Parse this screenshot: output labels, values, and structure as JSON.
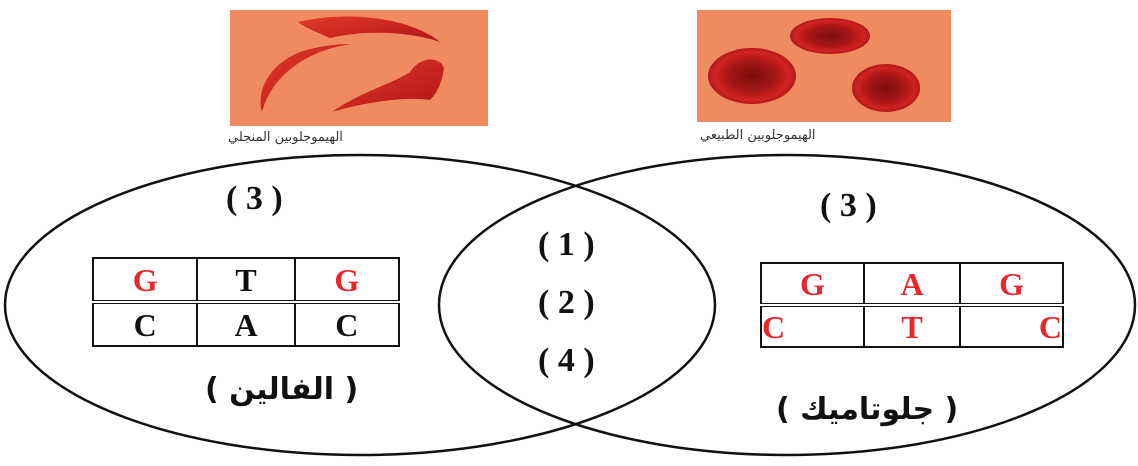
{
  "images": {
    "left_caption": "الهيموجلوبين المنجلي",
    "right_caption": "الهيموجلوبين الطبيعي"
  },
  "labels": {
    "left_top": "( 3 )",
    "right_top": "( 3 )",
    "middle": [
      "( 1 )",
      "( 2 )",
      "( 4 )"
    ],
    "left_bottom": "( الفالين )",
    "right_bottom": "(  جلوتاميك )"
  },
  "left_table": {
    "top": [
      {
        "t": "G",
        "c": "red"
      },
      {
        "t": "T",
        "c": "black"
      },
      {
        "t": "G",
        "c": "red"
      }
    ],
    "bottom": [
      {
        "t": "C",
        "c": "black"
      },
      {
        "t": "A",
        "c": "black"
      },
      {
        "t": "C",
        "c": "black"
      }
    ]
  },
  "right_table": {
    "top": [
      {
        "t": "G",
        "c": "red"
      },
      {
        "t": "A",
        "c": "red"
      },
      {
        "t": "G",
        "c": "red"
      }
    ],
    "bottom": [
      {
        "t": "C",
        "c": "red"
      },
      {
        "t": "T",
        "c": "red"
      },
      {
        "t": "C",
        "c": "red"
      }
    ]
  },
  "colors": {
    "panel_bg": "#f08a60",
    "cell_red": "#c41d1d",
    "letter_red": "#e8262c"
  }
}
